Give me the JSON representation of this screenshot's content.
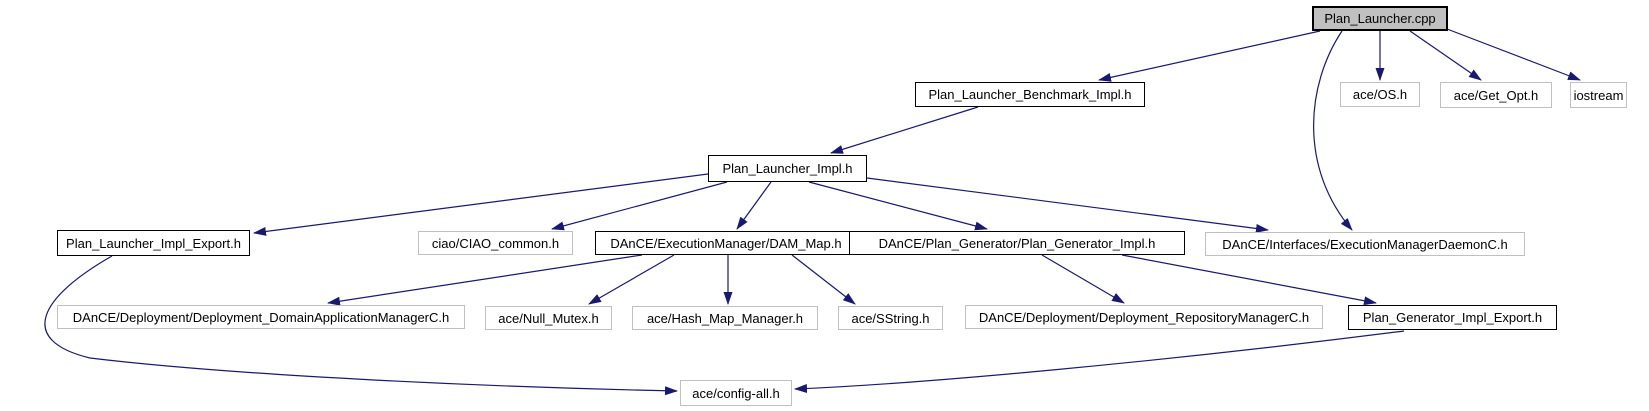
{
  "colors": {
    "edge": "#191970",
    "internal_border": "#000000",
    "external_border": "#c0c0c0",
    "root_fill": "#c0c0c0",
    "box_fill": "#ffffff",
    "text": "#000000",
    "background": "#ffffff"
  },
  "nodes": {
    "plan_launcher_cpp": {
      "label": "Plan_Launcher.cpp"
    },
    "plan_launcher_benchmark_impl": {
      "label": "Plan_Launcher_Benchmark_Impl.h"
    },
    "ace_os": {
      "label": "ace/OS.h"
    },
    "ace_get_opt": {
      "label": "ace/Get_Opt.h"
    },
    "iostream": {
      "label": "iostream"
    },
    "plan_launcher_impl": {
      "label": "Plan_Launcher_Impl.h"
    },
    "plan_launcher_impl_export": {
      "label": "Plan_Launcher_Impl_Export.h"
    },
    "ciao_common": {
      "label": "ciao/CIAO_common.h"
    },
    "dam_map": {
      "label": "DAnCE/ExecutionManager/DAM_Map.h"
    },
    "plan_generator_impl": {
      "label": "DAnCE/Plan_Generator/Plan_Generator_Impl.h"
    },
    "execution_manager_daemon": {
      "label": "DAnCE/Interfaces/ExecutionManagerDaemonC.h"
    },
    "deployment_domain_app_manager": {
      "label": "DAnCE/Deployment/Deployment_DomainApplicationManagerC.h"
    },
    "ace_null_mutex": {
      "label": "ace/Null_Mutex.h"
    },
    "ace_hash_map_manager": {
      "label": "ace/Hash_Map_Manager.h"
    },
    "ace_sstring": {
      "label": "ace/SString.h"
    },
    "deployment_repository_manager": {
      "label": "DAnCE/Deployment/Deployment_RepositoryManagerC.h"
    },
    "plan_generator_impl_export": {
      "label": "Plan_Generator_Impl_Export.h"
    },
    "ace_config_all": {
      "label": "ace/config-all.h"
    }
  },
  "edges": [
    {
      "from": "plan_launcher_cpp",
      "to": "plan_launcher_benchmark_impl"
    },
    {
      "from": "plan_launcher_cpp",
      "to": "ace_os"
    },
    {
      "from": "plan_launcher_cpp",
      "to": "ace_get_opt"
    },
    {
      "from": "plan_launcher_cpp",
      "to": "iostream"
    },
    {
      "from": "plan_launcher_cpp",
      "to": "execution_manager_daemon"
    },
    {
      "from": "plan_launcher_benchmark_impl",
      "to": "plan_launcher_impl"
    },
    {
      "from": "plan_launcher_impl",
      "to": "plan_launcher_impl_export"
    },
    {
      "from": "plan_launcher_impl",
      "to": "ciao_common"
    },
    {
      "from": "plan_launcher_impl",
      "to": "dam_map"
    },
    {
      "from": "plan_launcher_impl",
      "to": "plan_generator_impl"
    },
    {
      "from": "plan_launcher_impl",
      "to": "execution_manager_daemon"
    },
    {
      "from": "plan_launcher_impl_export",
      "to": "ace_config_all"
    },
    {
      "from": "dam_map",
      "to": "deployment_domain_app_manager"
    },
    {
      "from": "dam_map",
      "to": "ace_null_mutex"
    },
    {
      "from": "dam_map",
      "to": "ace_hash_map_manager"
    },
    {
      "from": "dam_map",
      "to": "ace_sstring"
    },
    {
      "from": "plan_generator_impl",
      "to": "deployment_repository_manager"
    },
    {
      "from": "plan_generator_impl",
      "to": "plan_generator_impl_export"
    },
    {
      "from": "plan_generator_impl_export",
      "to": "ace_config_all"
    }
  ]
}
